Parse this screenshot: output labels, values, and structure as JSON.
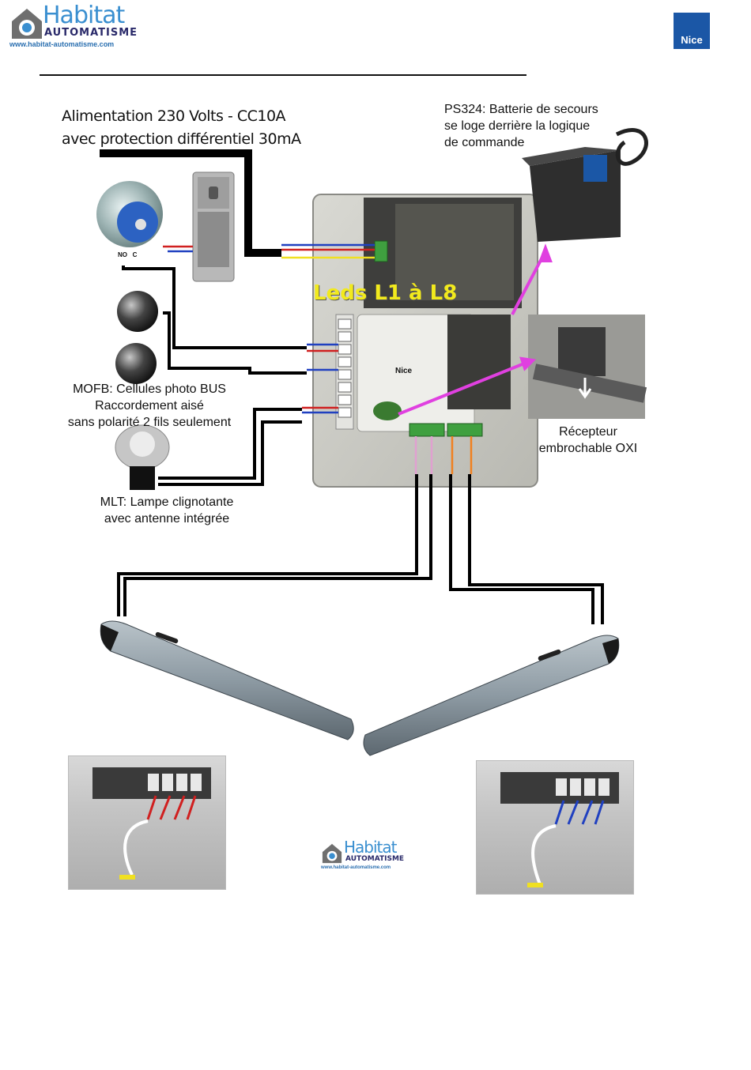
{
  "header": {
    "logo_name": "Habitat",
    "logo_sub": "AUTOMATISME",
    "logo_url": "www.habitat-automatisme.com",
    "brand_badge": "Nice"
  },
  "labels": {
    "power_line1": "Alimentation 230 Volts - CC10A",
    "power_line2": "avec protection différentiel 30mA",
    "battery_line1": "PS324: Batterie de secours",
    "battery_line2": "se loge derrière la logique",
    "battery_line3": "de commande",
    "leds": "Leds L1 à L8",
    "no_c": "NO   C",
    "control_brand": "Nice",
    "photocells_line1": "MOFB: Cellules photo BUS",
    "photocells_line2": "Raccordement aisé",
    "photocells_line3": "sans polarité 2 fils seulement",
    "receiver_line1": "Récepteur",
    "receiver_line2": "embrochable OXI",
    "lamp_line1": "MLT: Lampe clignotante",
    "lamp_line2": "avec antenne intégrée"
  },
  "footer_logo": {
    "name": "Habitat",
    "sub": "AUTOMATISME",
    "url": "www.habitat-automatisme.com"
  },
  "colors": {
    "brand_blue": "#1b57a6",
    "logo_blue": "#3a8fd0",
    "leds_yellow": "#f2ea1d",
    "arrow_magenta": "#e040e0",
    "wire_red": "#d02020",
    "wire_blue": "#2040c0",
    "wire_yellow": "#f0e020"
  }
}
